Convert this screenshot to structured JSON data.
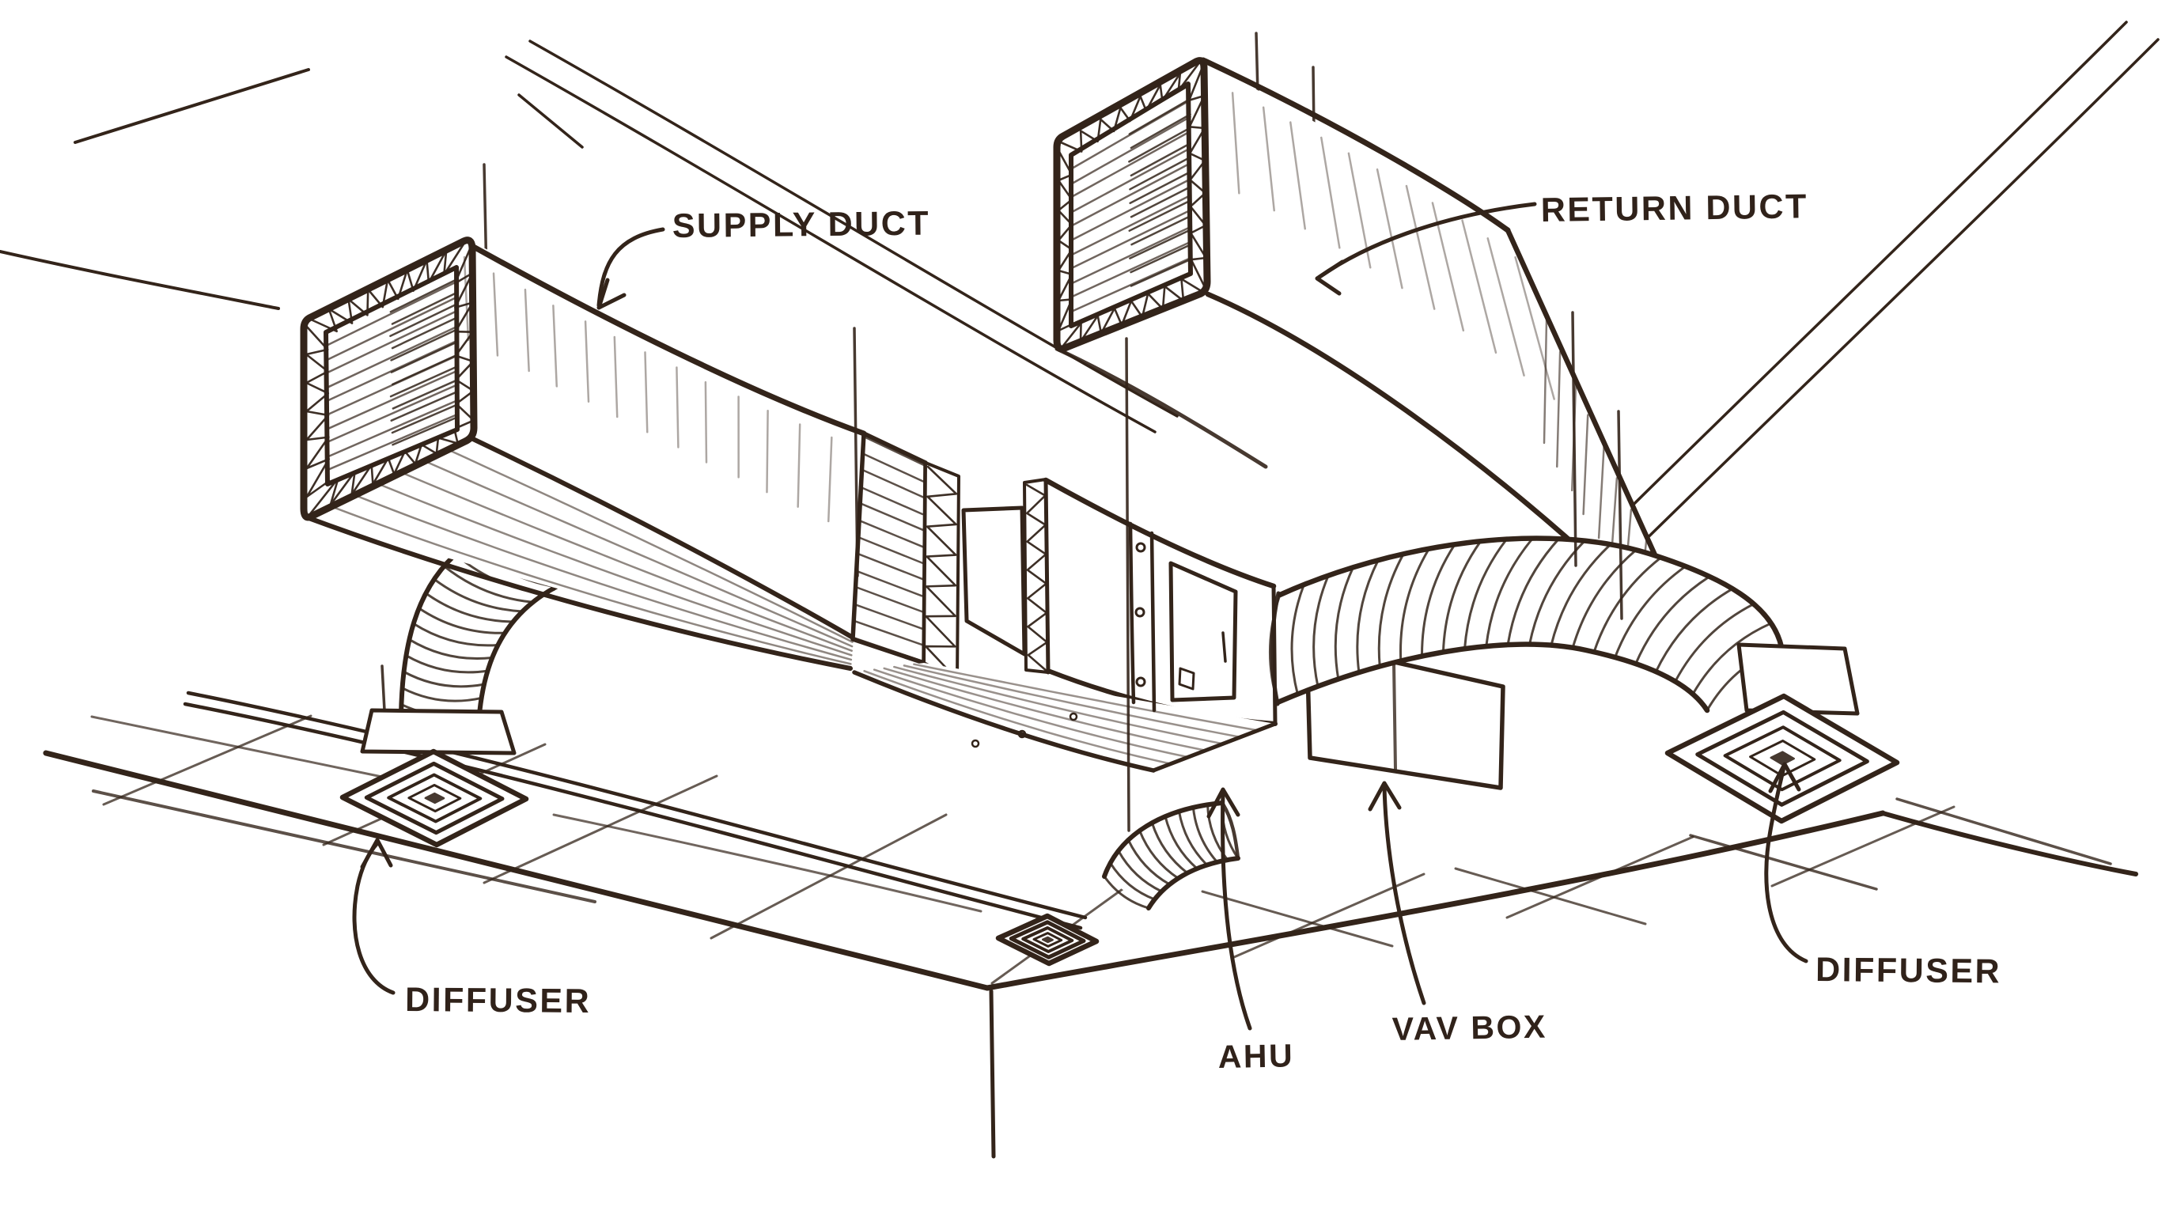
{
  "title": "HVAC above-ceiling ductwork sketch",
  "ink_color": "#33241a",
  "paper_color": "#ffffff",
  "labels": {
    "supply_duct": "SUPPLY DUCT",
    "return_duct": "RETURN DUCT",
    "diffuser_left": "DIFFUSER",
    "diffuser_right": "DIFFUSER",
    "ahu": "AHU",
    "vav_box": "VAV BOX"
  }
}
